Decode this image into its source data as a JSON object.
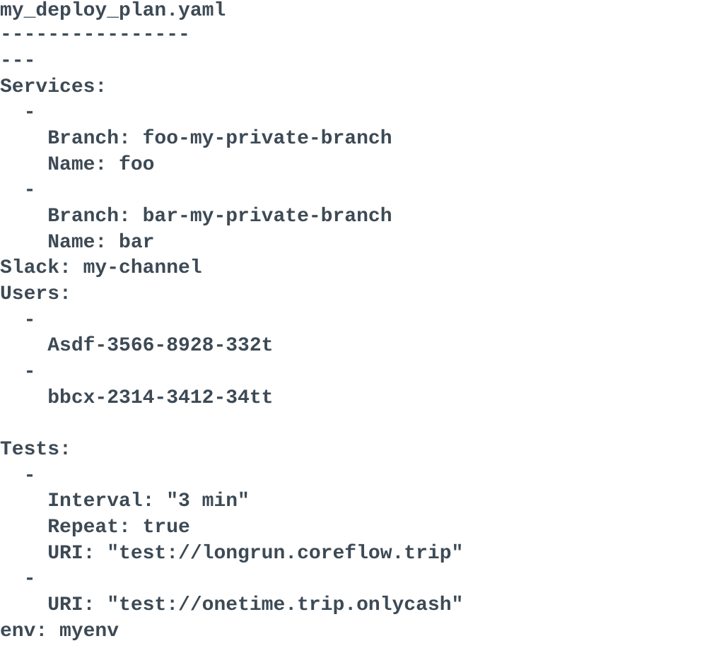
{
  "document": {
    "filename": "my_deploy_plan.yaml",
    "underline": "----------------",
    "lines": [
      "---",
      "Services:",
      "  -",
      "    Branch: foo-my-private-branch",
      "    Name: foo",
      "  -",
      "    Branch: bar-my-private-branch",
      "    Name: bar",
      "Slack: my-channel",
      "Users:",
      "  -",
      "    Asdf-3566-8928-332t",
      "  -",
      "    bbcx-2314-3412-34tt",
      "",
      "Tests:",
      "  -",
      "    Interval: \"3 min\"",
      "    Repeat: true",
      "    URI: \"test://longrun.coreflow.trip\"",
      "  -",
      "    URI: \"test://onetime.trip.onlycash\"",
      "env: myenv"
    ]
  }
}
